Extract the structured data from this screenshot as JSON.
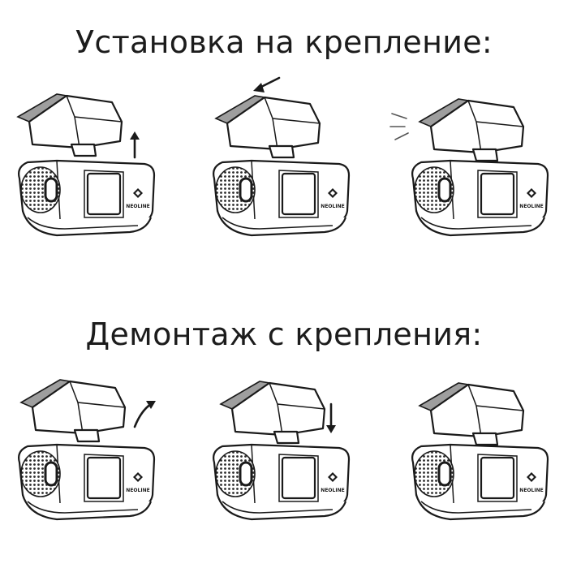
{
  "sections": {
    "install": {
      "title": "Установка на крепление:",
      "steps": [
        {
          "indicator": "arrow-up-icon"
        },
        {
          "indicator": "arrow-slide-left-icon"
        },
        {
          "indicator": "click-lines-icon"
        }
      ]
    },
    "remove": {
      "title": "Демонтаж с крепления:",
      "steps": [
        {
          "indicator": "arrow-up-right-icon"
        },
        {
          "indicator": "arrow-down-icon"
        },
        {
          "indicator": "none"
        }
      ]
    }
  },
  "device": {
    "brand": "NEOLINE"
  }
}
